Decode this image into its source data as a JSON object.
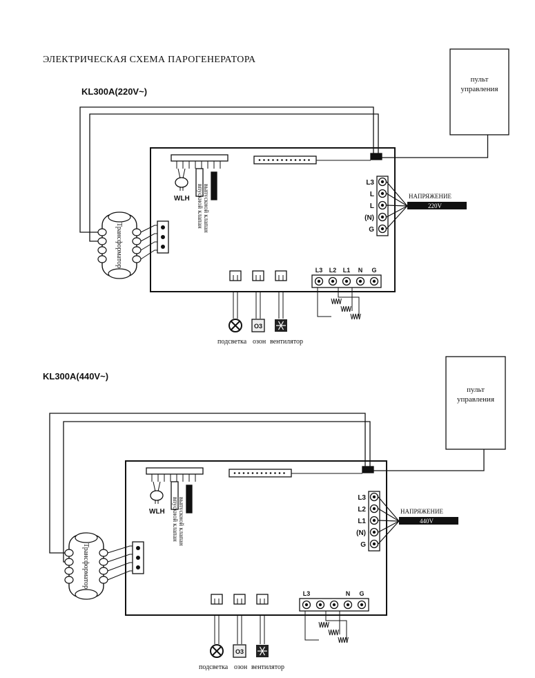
{
  "title": "ЭЛЕКТРИЧЕСКАЯ СХЕМА ПАРОГЕНЕРАТОРА",
  "diagrams": [
    {
      "model": "KL300A(220V~)",
      "remote_label_line1": "пульт",
      "remote_label_line2": "управления",
      "transformer_label": "Трансформатор",
      "wlh_label": "WLH",
      "valve_outlet_label": "выпускной клапан",
      "valve_inlet_label": "впускной клапан",
      "voltage_caption": "НАПРЯЖЕНИЕ",
      "voltage_value": "220V",
      "right_terminals": [
        "L3",
        "L",
        "L",
        "(N)",
        "G"
      ],
      "bottom_terminals": [
        "L3",
        "L2",
        "L1",
        "N",
        "G"
      ],
      "loads": [
        "подсветка",
        "озон",
        "вентилятор"
      ],
      "ozone_icon_text": "O3"
    },
    {
      "model": "KL300A(440V~)",
      "remote_label_line1": "пульт",
      "remote_label_line2": "управления",
      "transformer_label": "Трансформатор",
      "wlh_label": "WLH",
      "valve_outlet_label": "выпускной клапан",
      "valve_inlet_label": "впускной клапан",
      "voltage_caption": "НАПРЯЖЕНИЕ",
      "voltage_value": "440V",
      "right_terminals": [
        "L3",
        "L2",
        "L1",
        "(N)",
        "G"
      ],
      "bottom_terminals": [
        "L3",
        "",
        "",
        "N",
        "G"
      ],
      "loads": [
        "подсветка",
        "озон",
        "вентилятор"
      ],
      "ozone_icon_text": "O3"
    }
  ]
}
